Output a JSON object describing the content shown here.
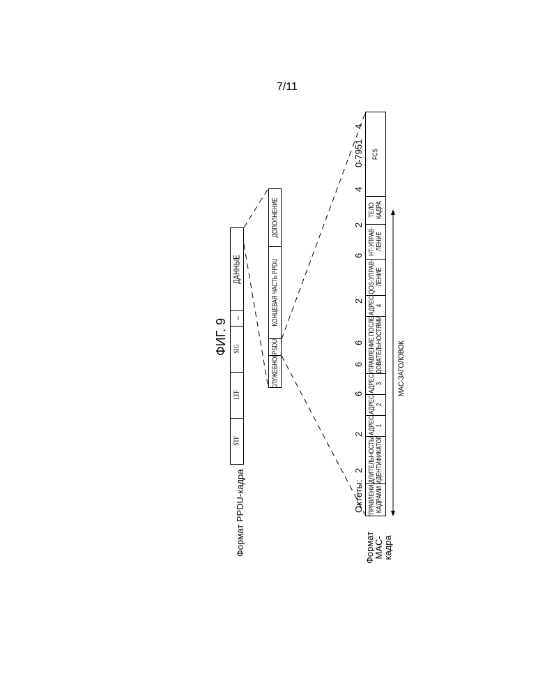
{
  "page_number": "7/11",
  "figure_title": "ФИГ. 9",
  "ppdu": {
    "label": "Формат PPDU-кадра",
    "fields": [
      "STF",
      "LTF",
      "SIG",
      "...",
      "ДАННЫЕ"
    ]
  },
  "data_field": {
    "fields": [
      "СЛУЖЕБНОЕ",
      "PSDU",
      "КОНЦЕВАЯ ЧАСТЬ PPDU",
      "ДОПОЛНЕНИЕ"
    ]
  },
  "mac": {
    "label_lines": [
      "Формат",
      "MAC-",
      "кадра"
    ],
    "octets_prefix": "Октеты:",
    "octets": [
      "2",
      "2",
      "6",
      "6",
      "6",
      "2",
      "6",
      "2",
      "4",
      "0-7951",
      "4"
    ],
    "fields": [
      "УПРАВЛЕНИЕ\nКАДРАМИ",
      "ДЛИТЕЛЬНОСТЬ/\nИДЕНТИФИКАТОР",
      "АДРЕС\n1",
      "АДРЕС\n2",
      "АДРЕС\n3",
      "УПРАВЛЕНИЕ ПОСЛЕ-\nДОВАТЕЛЬНОСТЯМИ",
      "АДРЕС\n4",
      "QOS-УПРАВ-\nЛЕНИЕ",
      "HT-УПРАВ-\nЛЕНИЕ",
      "ТЕЛО\nКАДРА",
      "FCS"
    ],
    "header_label": "MAC-ЗАГОЛОВОК"
  }
}
